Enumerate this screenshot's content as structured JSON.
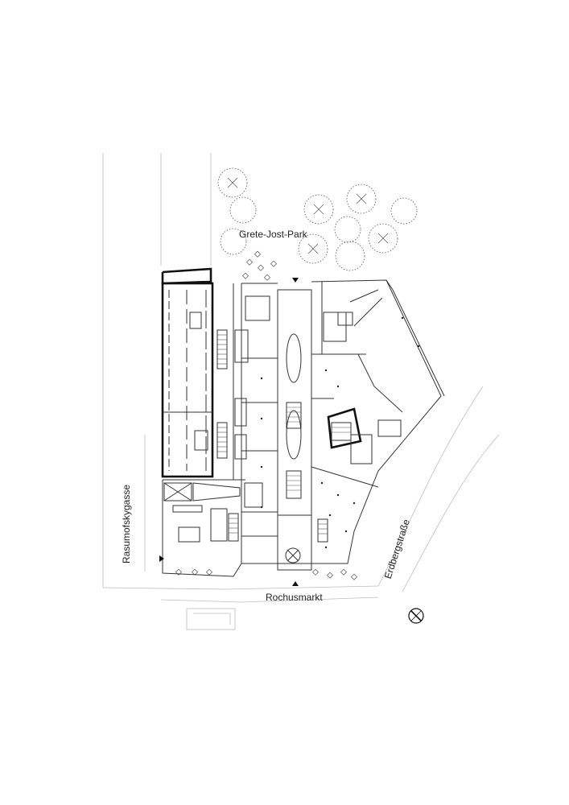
{
  "labels": {
    "park": "Grete-Jost-Park",
    "square": "Rochusmarkt",
    "street_west": "Rasumofskygasse",
    "street_east": "Erdbergstraße"
  },
  "icons": {
    "north_arrow": "north-arrow-icon",
    "entrance_marker": "triangle-marker-icon",
    "tree": "tree-canopy-icon"
  },
  "colors": {
    "background": "#ffffff",
    "line": "#333333",
    "street_line": "#bdbdbd"
  }
}
